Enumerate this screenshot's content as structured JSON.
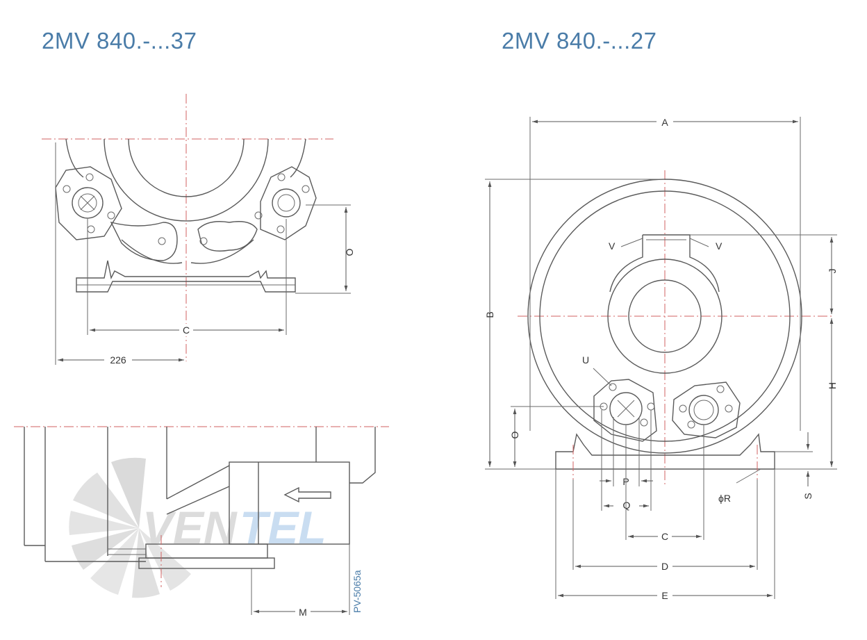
{
  "titles": {
    "left": "2MV 840.-...37",
    "right": "2MV 840.-...27"
  },
  "labels": {
    "O": "O",
    "C": "C",
    "dim_226": "226",
    "M": "M",
    "code": "PV-5065a",
    "A": "A",
    "B": "B",
    "J": "J",
    "H": "H",
    "V": "V",
    "U": "U",
    "P": "P",
    "Q": "Q",
    "R": "ϕR",
    "S": "S",
    "D": "D",
    "E": "E"
  },
  "watermark": {
    "part1": "VEN",
    "part2": "TEL",
    "color1": "#c8c8c8",
    "color2": "#a9c8e4"
  },
  "colors": {
    "title": "#4a7ca8",
    "line": "#5a5a5a",
    "centerline": "#d06060"
  }
}
